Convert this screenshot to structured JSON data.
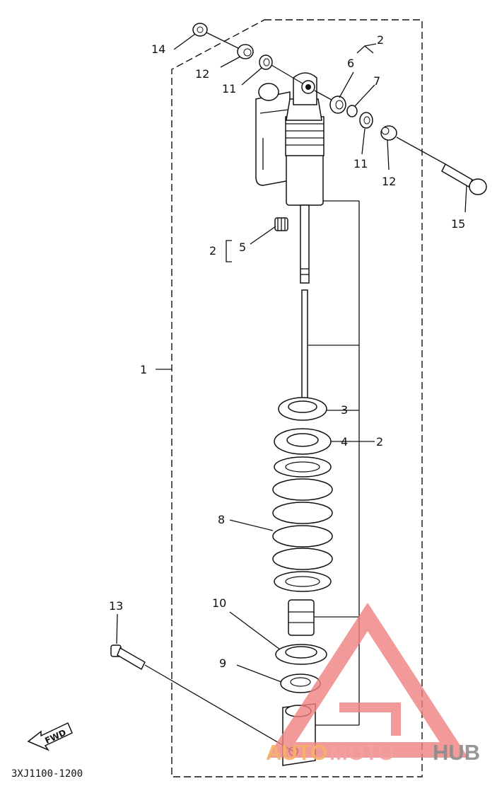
{
  "diagram": {
    "labels": {
      "l1": "1",
      "l2_top": "2",
      "l2_left": "2",
      "l2_right": "2",
      "l3": "3",
      "l4": "4",
      "l5": "5",
      "l6": "6",
      "l7": "7",
      "l8": "8",
      "l9": "9",
      "l10": "10",
      "l11_left": "11",
      "l11_right": "11",
      "l12_left": "12",
      "l12_right": "12",
      "l13": "13",
      "l14": "14",
      "l15": "15"
    },
    "fwd_label": "FWD",
    "diagram_code": "3XJ1100-1200",
    "watermark": {
      "text_auto": "AUTO",
      "text_moto": "MOTO",
      "text_hub": "HUB",
      "colors": {
        "auto": "#f7b267",
        "moto": "#f2a0a0",
        "hub": "#8c8c8c",
        "logo": "#f08080"
      }
    }
  }
}
